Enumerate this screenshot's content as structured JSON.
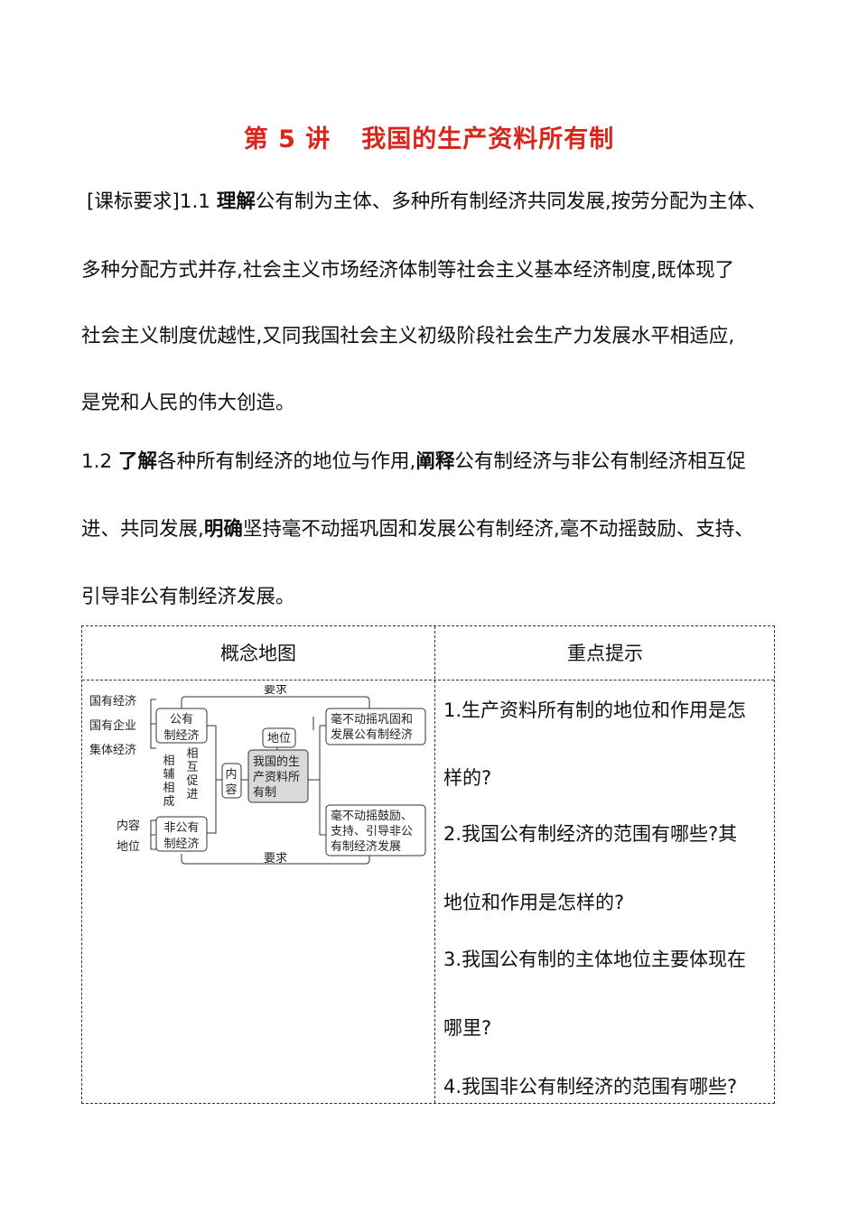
{
  "title": {
    "lecture": "第 5 讲",
    "topic": "我国的生产资料所有制"
  },
  "req1": {
    "prefix": "[课标要求]1.1 ",
    "kw1": "理解",
    "l1": "公有制为主体、多种所有制经济共同发展,按劳分配为主体、",
    "l2": "多种分配方式并存,社会主义市场经济体制等社会主义基本经济制度,既体现了",
    "l3": "社会主义制度优越性,又同我国社会主义初级阶段社会生产力发展水平相适应,",
    "l4": "是党和人民的伟大创造。"
  },
  "req2": {
    "prefix": "1.2 ",
    "kw1": "了解",
    "t1": "各种所有制经济的地位与作用,",
    "kw2": "阐释",
    "t2": "公有制经济与非公有制经济相互促",
    "l2a": "进、共同发展,",
    "kw3": "明确",
    "l2b": "坚持毫不动摇巩固和发展公有制经济,毫不动摇鼓励、支持、",
    "l3": "引导非公有制经济发展。"
  },
  "table": {
    "col1": "概念地图",
    "col2": "重点提示",
    "questions": [
      "1.生产资料所有制的地位和作用是怎",
      "样的?",
      "2.我国公有制经济的范围有哪些?其",
      "地位和作用是怎样的?",
      "3.我国公有制的主体地位主要体现在",
      "哪里?",
      "4.我国非公有制经济的范围有哪些?"
    ]
  },
  "map": {
    "top_label": "要求",
    "bottom_label": "要求",
    "public_items": [
      "国有经济",
      "国有企业",
      "集体经济"
    ],
    "public_box": [
      "公有",
      "制经济"
    ],
    "nonpublic_items": [
      "内容",
      "地位"
    ],
    "nonpublic_box": [
      "非公有",
      "制经济"
    ],
    "rel_left": [
      "相",
      "辅",
      "相",
      "成"
    ],
    "rel_right": [
      "相",
      "互",
      "促",
      "进"
    ],
    "content_box": [
      "内",
      "容"
    ],
    "position_box": "地位",
    "center_box": [
      "我国的生",
      "产资料所",
      "有制"
    ],
    "right_top_box": [
      "毫不动摇巩固和",
      "发展公有制经济"
    ],
    "right_bottom_box": [
      "毫不动摇鼓励、",
      "支持、引导非公",
      "有制经济发展"
    ]
  }
}
